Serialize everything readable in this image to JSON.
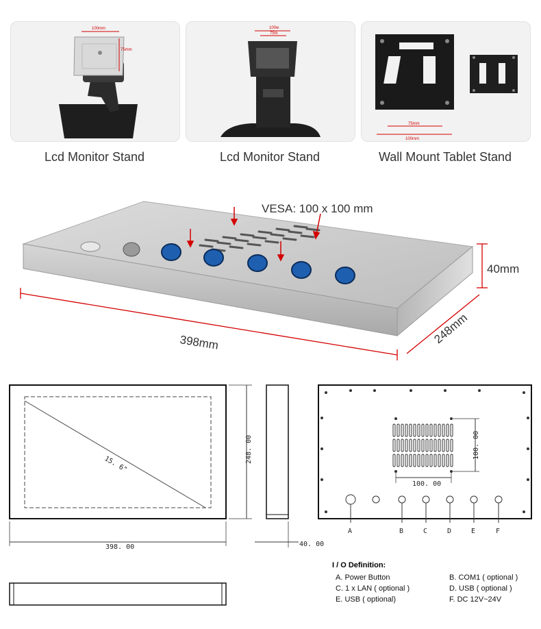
{
  "products": [
    {
      "caption": "Lcd Monitor Stand",
      "dim_w": "100mm",
      "dim_h": "75mm"
    },
    {
      "caption": "Lcd Monitor Stand",
      "dim_w": "100w",
      "dim_w2": "75m"
    },
    {
      "caption": "Wall Mount Tablet Stand",
      "dim_w": "75mm",
      "dim_w2": "100mm"
    }
  ],
  "panel": {
    "vesa_label": "VESA: 100 x 100 mm",
    "width": "398mm",
    "depth": "248mm",
    "height": "40mm"
  },
  "drawing": {
    "front": {
      "diagonal": "15. 6\"",
      "height": "248. 00",
      "width": "398. 00"
    },
    "side": {
      "thickness": "40. 00"
    },
    "back": {
      "vesa_h": "100. 00",
      "vesa_w": "100. 00",
      "ports": [
        "A",
        "B",
        "C",
        "D",
        "E",
        "F"
      ]
    }
  },
  "io": {
    "title": "I / O Definition:",
    "items": [
      "A. Power Button",
      "B. COM1 ( optional )",
      "C. 1 x LAN ( optional )",
      "D. USB ( optional )",
      "E. USB ( optional)",
      "F. DC 12V~24V"
    ]
  },
  "colors": {
    "dimension_red": "#d40000",
    "port_blue": "#1f5fb0",
    "panel_silver": "#c9c9c9"
  }
}
